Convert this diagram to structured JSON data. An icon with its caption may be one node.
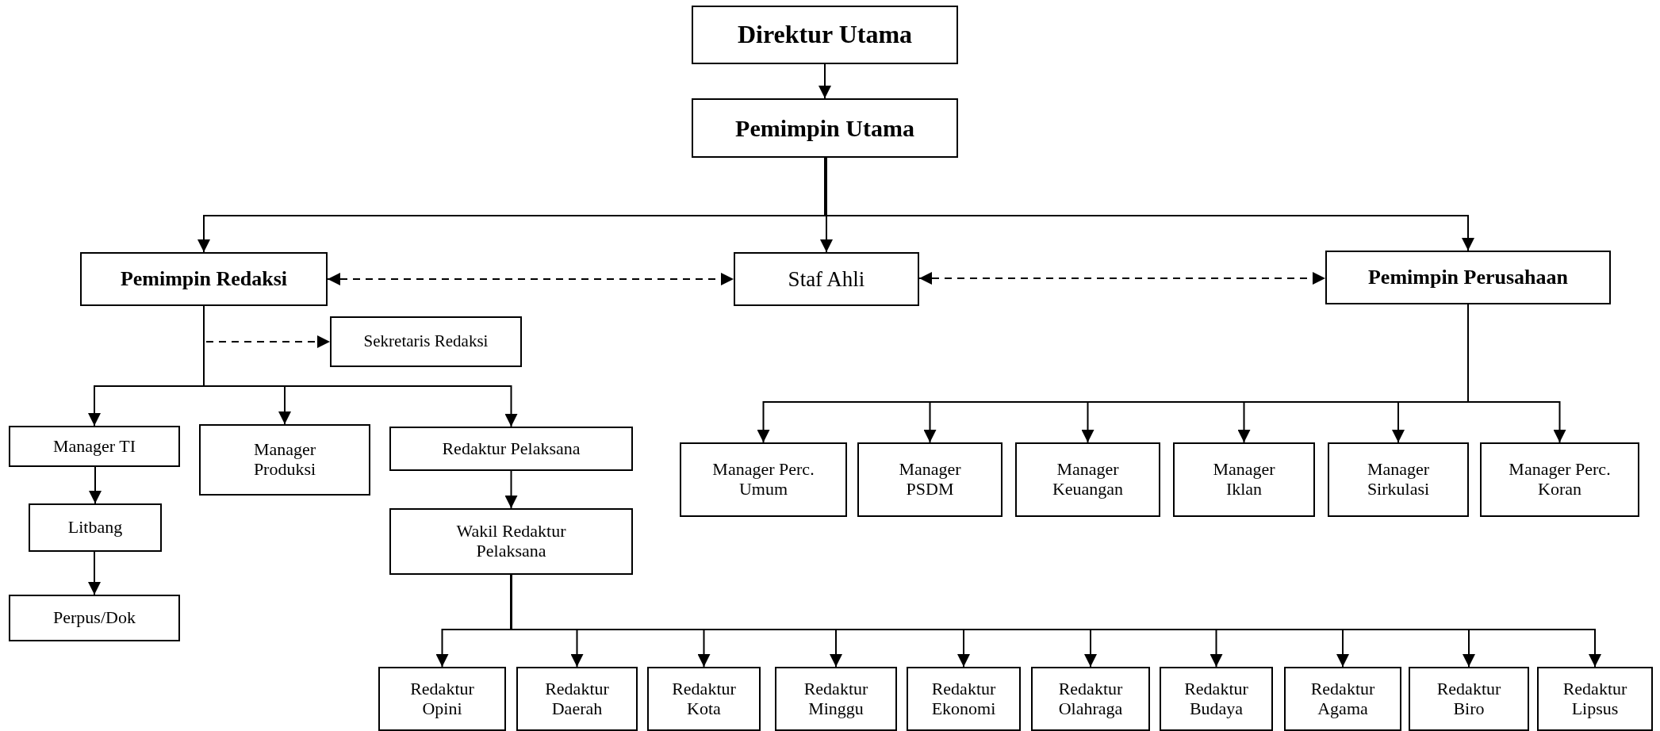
{
  "diagram": {
    "nodes": [
      {
        "text": [
          "Direktur Utama"
        ]
      },
      {
        "text": [
          "Pemimpin Utama"
        ]
      },
      {
        "text": [
          "Pemimpin Redaksi"
        ]
      },
      {
        "text": [
          "Staf Ahli"
        ]
      },
      {
        "text": [
          "Pemimpin Perusahaan"
        ]
      },
      {
        "text": [
          "Sekretaris Redaksi"
        ]
      },
      {
        "text": [
          "Manager TI"
        ]
      },
      {
        "text": [
          "Manager Produksi"
        ]
      },
      {
        "text": [
          "Redaktur Pelaksana"
        ]
      },
      {
        "text": [
          "Litbang"
        ]
      },
      {
        "text": [
          "Perpus/Dok"
        ]
      },
      {
        "text": [
          "Wakil Redaktur Pelaksana"
        ]
      },
      {
        "text": [
          "Manager Perc. Umum"
        ]
      },
      {
        "text": [
          "Manager PSDM"
        ]
      },
      {
        "text": [
          "Manager Keuangan"
        ]
      },
      {
        "text": [
          "Manager Iklan"
        ]
      },
      {
        "text": [
          "Manager Sirkulasi"
        ]
      },
      {
        "text": [
          "Manager Perc. Koran"
        ]
      },
      {
        "text": [
          "Redaktur Opini"
        ]
      },
      {
        "text": [
          "Redaktur Daerah"
        ]
      },
      {
        "text": [
          "Redaktur Kota"
        ]
      },
      {
        "text": [
          "Redaktur Minggu"
        ]
      },
      {
        "text": [
          "Redaktur Ekonomi"
        ]
      },
      {
        "text": [
          "Redaktur Olahraga"
        ]
      },
      {
        "text": [
          "Redaktur Budaya"
        ]
      },
      {
        "text": [
          "Redaktur Agama"
        ]
      },
      {
        "text": [
          "Redaktur Biro"
        ]
      },
      {
        "text": [
          "Redaktur Lipsus"
        ]
      }
    ],
    "edges": [
      {
        "from": 0,
        "to": 1,
        "arrow": "to"
      },
      {
        "from": 1,
        "to": 2,
        "arrow": "to"
      },
      {
        "from": 1,
        "to": 3,
        "arrow": "to"
      },
      {
        "from": 1,
        "to": 4,
        "arrow": "to"
      },
      {
        "from": 2,
        "to": 3,
        "arrow": "both",
        "style": "dashed"
      },
      {
        "from": 3,
        "to": 4,
        "arrow": "both",
        "style": "dashed"
      },
      {
        "from": 2,
        "to": 5,
        "arrow": "to",
        "style": "dashed"
      },
      {
        "from": 2,
        "to": 6,
        "arrow": "to"
      },
      {
        "from": 2,
        "to": 7,
        "arrow": "to"
      },
      {
        "from": 2,
        "to": 8,
        "arrow": "to"
      },
      {
        "from": 6,
        "to": 9,
        "arrow": "to"
      },
      {
        "from": 9,
        "to": 10,
        "arrow": "to"
      },
      {
        "from": 8,
        "to": 11,
        "arrow": "to"
      },
      {
        "from": 4,
        "to": 12,
        "arrow": "to"
      },
      {
        "from": 4,
        "to": 13,
        "arrow": "to"
      },
      {
        "from": 4,
        "to": 14,
        "arrow": "to"
      },
      {
        "from": 4,
        "to": 15,
        "arrow": "to"
      },
      {
        "from": 4,
        "to": 16,
        "arrow": "to"
      },
      {
        "from": 4,
        "to": 17,
        "arrow": "to"
      },
      {
        "from": 11,
        "to": 18,
        "arrow": "to"
      },
      {
        "from": 11,
        "to": 19,
        "arrow": "to"
      },
      {
        "from": 11,
        "to": 20,
        "arrow": "to"
      },
      {
        "from": 11,
        "to": 21,
        "arrow": "to"
      },
      {
        "from": 11,
        "to": 22,
        "arrow": "to"
      },
      {
        "from": 11,
        "to": 23,
        "arrow": "to"
      },
      {
        "from": 11,
        "to": 24,
        "arrow": "to"
      },
      {
        "from": 11,
        "to": 25,
        "arrow": "to"
      },
      {
        "from": 11,
        "to": 26,
        "arrow": "to"
      },
      {
        "from": 11,
        "to": 27,
        "arrow": "to"
      }
    ]
  }
}
